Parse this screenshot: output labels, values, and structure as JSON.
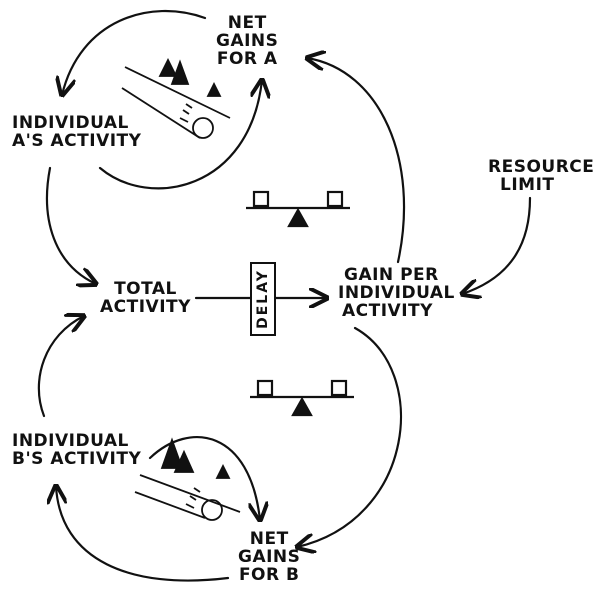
{
  "nodes": {
    "net_gains_a": [
      "NET",
      "GAINS",
      "FOR A"
    ],
    "individual_a": [
      "INDIVIDUAL",
      "A's ACTIVITY"
    ],
    "resource_limit": [
      "RESOURCE",
      "LIMIT"
    ],
    "total_activity": [
      "TOTAL",
      "ACTIVITY"
    ],
    "delay": "DELAY",
    "gain_per_activity": [
      "GAIN PER",
      "INDIVIDUAL",
      "ACTIVITY"
    ],
    "individual_b": [
      "INDIVIDUAL",
      "B's ACTIVITY"
    ],
    "net_gains_b": [
      "NET",
      "GAINS",
      "FOR B"
    ]
  },
  "loop_symbols": [
    "balance-scale-icon",
    "snowball-icon"
  ]
}
